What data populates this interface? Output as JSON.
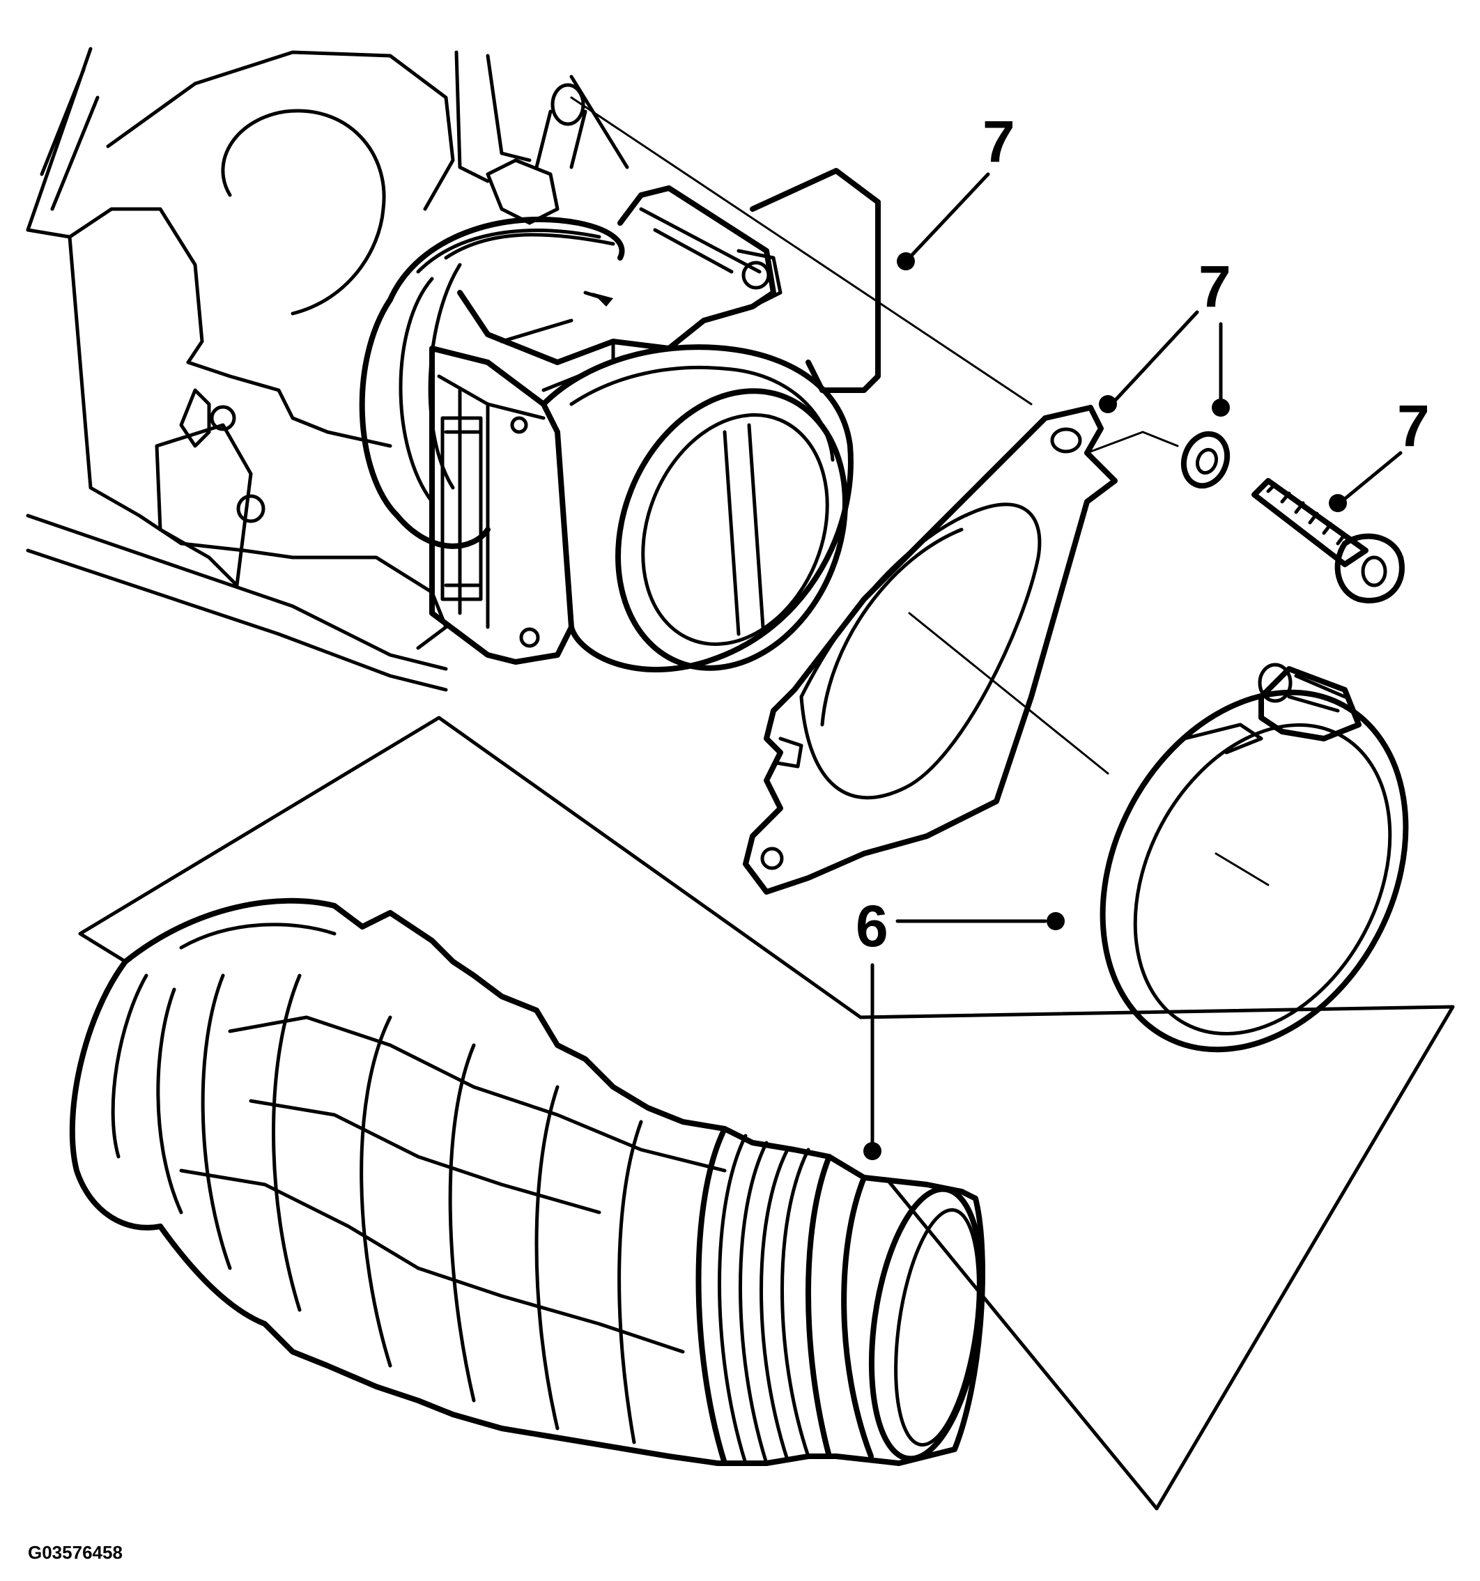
{
  "figure": {
    "id": "G03576458"
  },
  "callouts": [
    {
      "label": "7",
      "part": "maf-sensor-flange"
    },
    {
      "label": "7",
      "part": "gasket"
    },
    {
      "label": "7",
      "part": "washer"
    },
    {
      "label": "7",
      "part": "bolt"
    },
    {
      "label": "6",
      "part": "hose-clamp"
    },
    {
      "label": "6",
      "part": "air-intake-hose"
    }
  ]
}
